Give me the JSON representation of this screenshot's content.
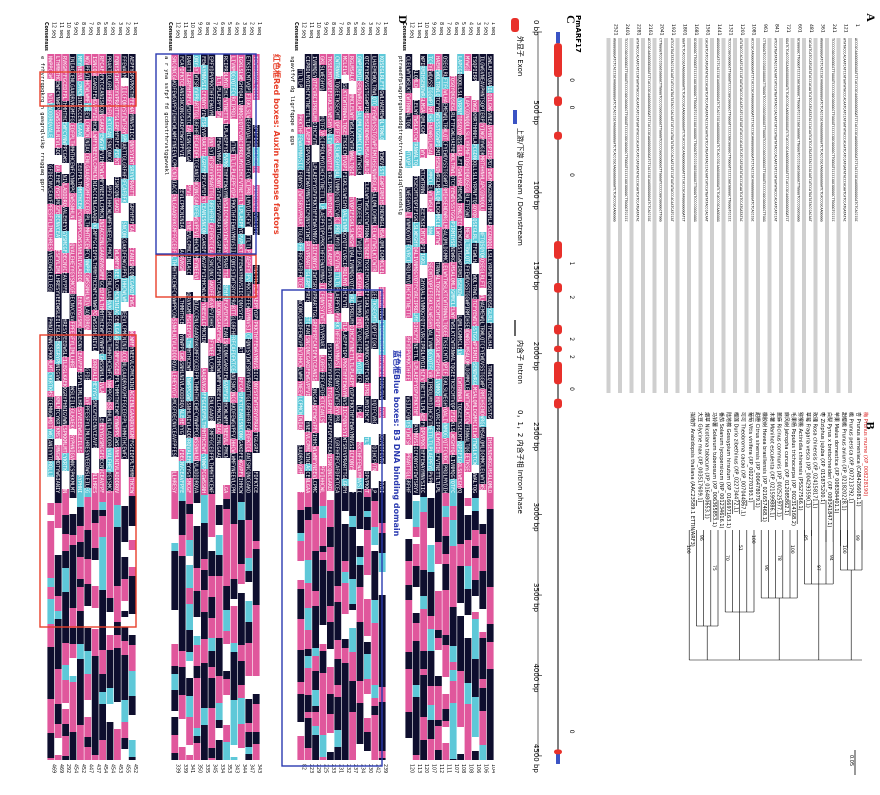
{
  "panels": {
    "A": "A",
    "B": "B",
    "C": "C",
    "D": "D"
  },
  "panelC": {
    "gene": "PmARF17",
    "scale_labels": [
      "0 bp",
      "500 bp",
      "1000 bp",
      "1500 bp",
      "2000 bp",
      "2500 bp",
      "3000 bp",
      "3500 bp",
      "4000 bp",
      "4500 bp"
    ],
    "intron_phases": [
      "0",
      "0",
      "0",
      "1",
      "2",
      "2",
      "2",
      "0",
      "0"
    ],
    "legend": {
      "exon": "外显子 Exon",
      "upstream": "上游/下游 Upstream / Downstream",
      "intron": "内含子 Intron",
      "phase": "0，1，2 内含子相 Intron phase"
    },
    "colors": {
      "exon": "#e8302a",
      "updown": "#3a53c4",
      "intron": "#000000"
    }
  },
  "panelB": {
    "scale": "0.05",
    "taxa": [
      "梅 Prunus mume (XP_008228190)",
      "杏 Prunus armeniaca (CAB4266081.1)",
      "桃 Prunus persica (XP_007213792.1)",
      "甜樱桃 Prunus avium (XP_021820228.1)",
      "苹果 Malus domestica (XP_008384401.1)",
      "白梨 Pyrus x bretschneideri (XP_009341847.1)",
      "枣 Ziziphus jujuba (XP_015875200.1)",
      "玫瑰 Rosa chinensis (XP_024158171.1)",
      "草莓 Fragaria vesca (XP_004293590.1)",
      "猕猴桃 Actinidia chinensis (PSS27566.1)",
      "毛果杨 Populus trichocarpa (XP_002314168.2)",
      "麻风树 Jatropha curcas (XP_012085862.1)",
      "蓖麻 Ricinus communis (XP_002525977.1)",
      "木薯 Manihot esculenta (XP_021599886.1)",
      "橡胶树 Hevea brasiliensis (XP_021657468.1)",
      "甜橙 Citrus sinensis (XP_006478079.1)",
      "葡萄 Vitis vinifera (XP_002270393.1)",
      "可可 Theobroma cacao (XP_007044867.1)",
      "榴莲 Durio zibethinus (XP_022734472.1)",
      "陆地棉 Gossypium hirsutum (XP_016697163.1)",
      "番茄 Solanum lycopersicum (NP_001234616.1)",
      "马铃薯 Solanum tuberosum (XP_006365853.1)",
      "烟草 Nicotiana tabacum (XP_016480653.1)",
      "大豆 Glycine max (XP_003517609.1)",
      "拟南芥 Arabidopsis thaliana (AAC23589.1 ETTIN/ARF3)"
    ],
    "bootstrap": [
      "99",
      "100",
      "94",
      "97",
      "85",
      "100",
      "78",
      "96",
      "100",
      "51",
      "70",
      "75",
      "96",
      "100"
    ]
  },
  "panelD": {
    "seq_labels": [
      "1 seq",
      "2 seq",
      "3 seq",
      "4 seq",
      "5 seq",
      "6 seq",
      "7 seq",
      "8 seq",
      "9 seq",
      "10 seq",
      "11 seq",
      "12 seq",
      "Consensus"
    ],
    "block_end_numbers": [
      [
        "104",
        "106",
        "106",
        "108",
        "108",
        "107",
        "111",
        "112",
        "107",
        "120",
        "113",
        "120"
      ],
      [
        "239",
        "242",
        "230",
        "234",
        "237",
        "232",
        "231",
        "233",
        "225",
        "229",
        "223",
        "82"
      ],
      [
        "343",
        "347",
        "344",
        "343",
        "353",
        "334",
        "345",
        "335",
        "350",
        "341",
        "339",
        "339"
      ],
      [
        "452",
        "455",
        "453",
        "454",
        "454",
        "437",
        "447",
        "452",
        "454",
        "292",
        "469",
        "469"
      ]
    ],
    "annotations": {
      "red_box": "红色框Red boxes: Auxin response factors",
      "blue_box": "蓝色框Blue boxes: B3 DNA binding domain"
    },
    "consensus_lines": [
      "ptraedfplagrprgshsaddgtrqvtrvirnadaggiqlcenndslg",
      "sgavtfvf dg ligrfqpqe e ggs",
      "a  r  yna ssfpf  fd  gcdnvtrhrvstggwvekl",
      "e frhyrrgpgkrg n gasgrqlvikp rrsggaq gprr"
    ],
    "colors": {
      "dark": "#0e0e2e",
      "pink": "#e0579c",
      "cyan": "#5ec8d8",
      "red_box": "#e8402a",
      "blue_box": "#2a3ab0"
    }
  },
  "panelA": {
    "row_numbers": [
      "1",
      "121",
      "241",
      "361",
      "481",
      "601",
      "721",
      "841",
      "961",
      "1081",
      "1201",
      "1321",
      "1441",
      "1561",
      "1681",
      "1801",
      "1921",
      "2041",
      "2161",
      "2281",
      "2401",
      "2521"
    ]
  }
}
